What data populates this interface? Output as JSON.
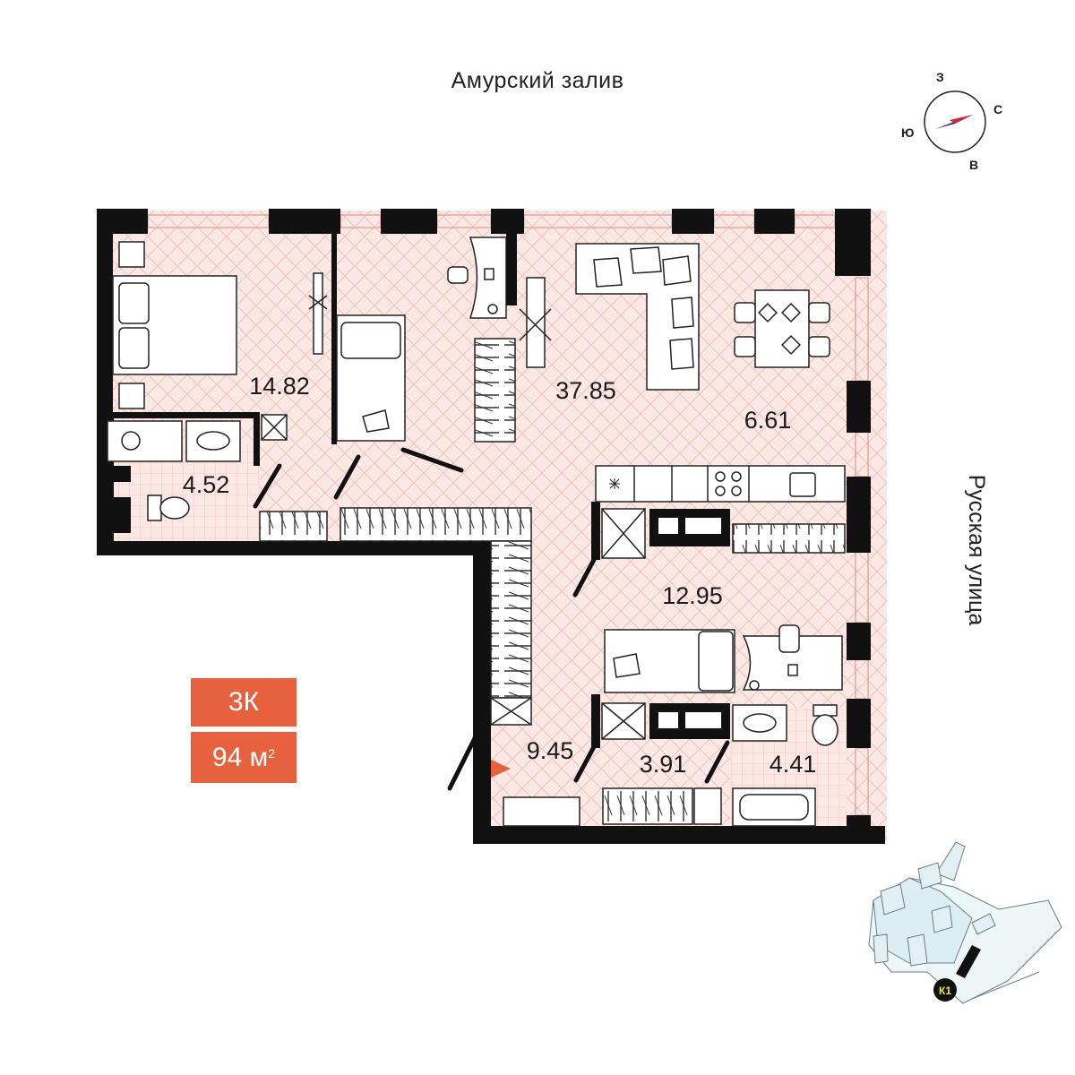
{
  "orientation": {
    "top_label": "Амурский залив",
    "right_label": "Русская улица"
  },
  "compass": {
    "north": "С",
    "south": "Ю",
    "west": "З",
    "east": "В"
  },
  "apartment": {
    "type_label": "3К",
    "area_value": "94 м",
    "area_sup": "2"
  },
  "rooms": {
    "bedroom_1": "14.82",
    "living": "37.85",
    "dining": "6.61",
    "bathroom_1": "4.52",
    "bedroom_2": "12.95",
    "hall": "9.45",
    "closet": "3.91",
    "bathroom_2": "4.41"
  },
  "minimap": {
    "building_label": "К1"
  },
  "colors": {
    "floor": "#fbe8e4",
    "wall": "#111111",
    "accent": "#e8613e",
    "compass_n": "#c8293f",
    "compass_s": "#1f2a6b"
  }
}
